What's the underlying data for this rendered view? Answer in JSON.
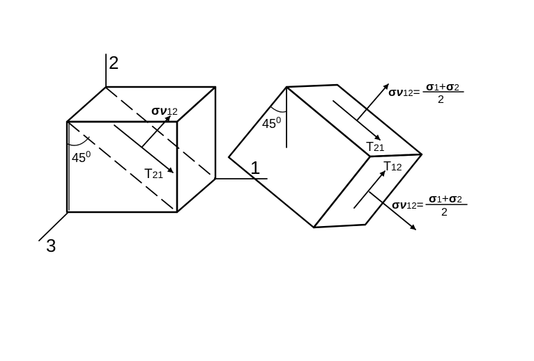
{
  "axes": {
    "axis_1": "1",
    "axis_2": "2",
    "axis_3": "3"
  },
  "left_cube": {
    "angle_value": "45",
    "angle_degree": "0",
    "normal_stress_symbol": "σ",
    "normal_stress_sub": "ν",
    "normal_stress_index": "12",
    "shear_symbol": "T",
    "shear_index": "21"
  },
  "right_element": {
    "angle_value": "45",
    "angle_degree": "0",
    "top_formula": {
      "lhs_symbol": "σ",
      "lhs_sub": "ν",
      "lhs_index": "12",
      "eq": "=",
      "num_s1": "σ",
      "num_i1": "1",
      "num_plus": "+",
      "num_s2": "σ",
      "num_i2": "2",
      "denominator": "2"
    },
    "bottom_formula": {
      "lhs_symbol": "σ",
      "lhs_sub": "ν",
      "lhs_index": "12",
      "eq": "=",
      "num_s1": "σ",
      "num_i1": "1",
      "num_plus": "+",
      "num_s2": "σ",
      "num_i2": "2",
      "denominator": "2"
    },
    "shear_top_symbol": "T",
    "shear_top_index": "21",
    "shear_bottom_symbol": "T",
    "shear_bottom_index": "12"
  }
}
